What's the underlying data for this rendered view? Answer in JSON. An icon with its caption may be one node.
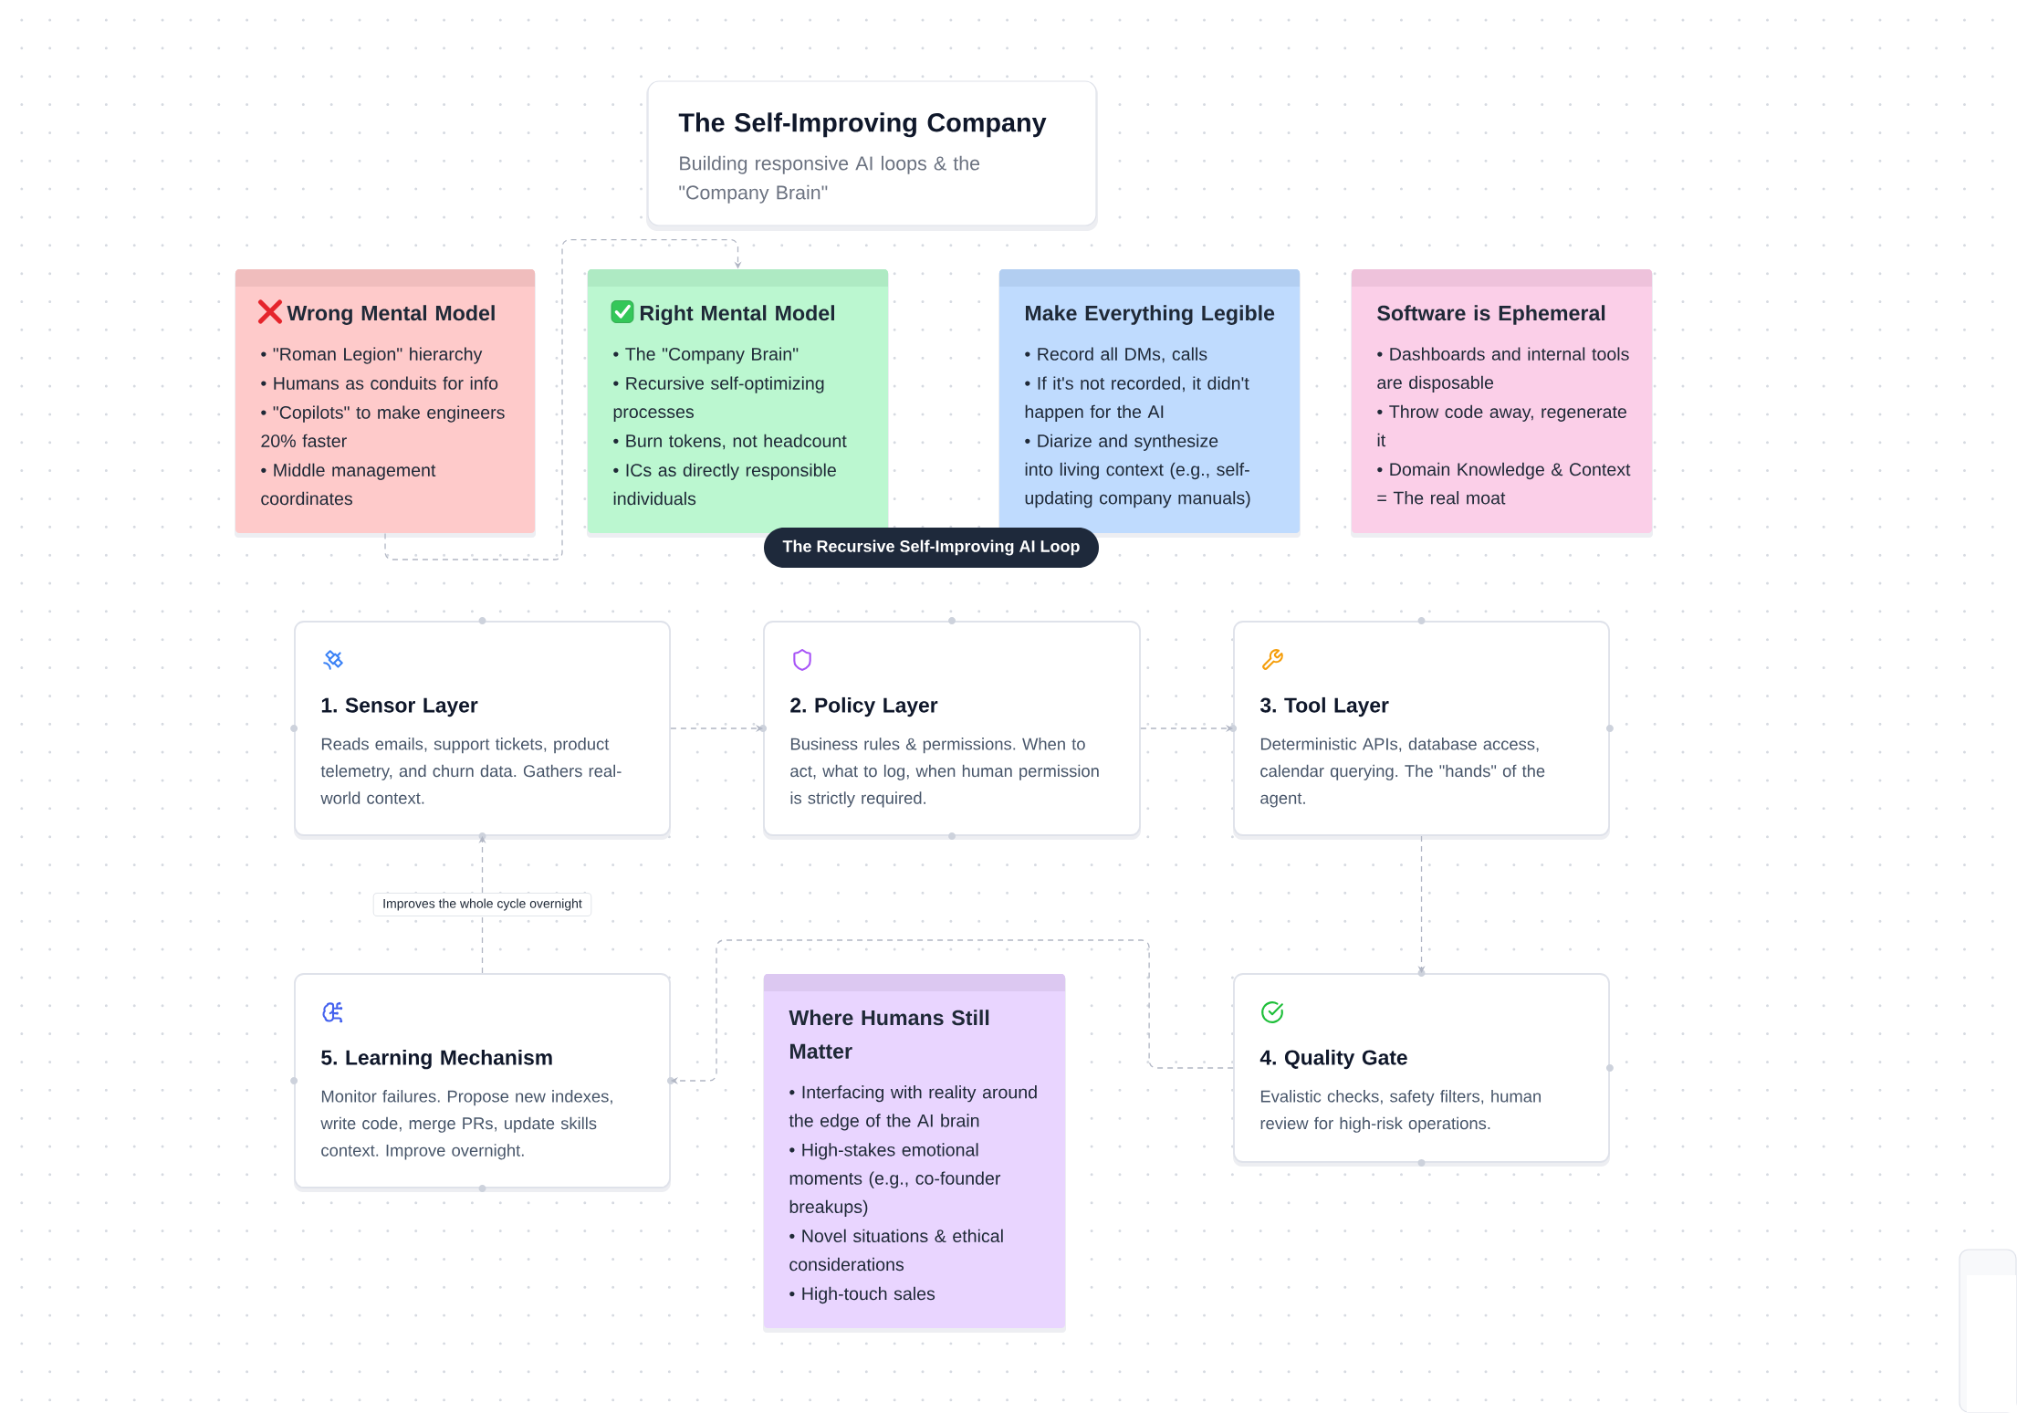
{
  "diagram": {
    "nodes": [
      {
        "text": [
          "The Self-Improving Company",
          "Building responsive AI loops & the \"Company Brain\""
        ]
      },
      {
        "text": [
          "Wrong Mental Model",
          "• \"Roman Legion\" hierarchy",
          "• Humans as conduits for info",
          "• \"Copilots\" to make engineers 20% faster",
          "• Middle management coordinates"
        ]
      },
      {
        "text": [
          "Right Mental Model",
          "• The \"Company Brain\"",
          "• Recursive self-optimizing processes",
          "• Burn tokens, not headcount",
          "• ICs as directly responsible individuals"
        ]
      },
      {
        "text": [
          "Make Everything Legible",
          "• Record all DMs, calls",
          "• If it's not recorded, it didn't happen for the AI",
          "• Diarize and synthesize into living context (e.g., self-updating company manuals)"
        ]
      },
      {
        "text": [
          "Software is Ephemeral",
          "• Dashboards and internal tools are disposable",
          "• Throw code away, regenerate it",
          "• Domain Knowledge & Context = The real moat"
        ]
      },
      {
        "text": [
          "The Recursive Self-Improving AI Loop"
        ]
      },
      {
        "text": [
          "1. Sensor Layer",
          "Reads emails, support tickets, product telemetry, and churn data. Gathers real-world context."
        ]
      },
      {
        "text": [
          "2. Policy Layer",
          "Business rules & permissions. When to act, what to log, when human permission is strictly required."
        ]
      },
      {
        "text": [
          "3. Tool Layer",
          "Deterministic APIs, database access, calendar querying. The \"hands\" of the agent."
        ]
      },
      {
        "text": [
          "5. Learning Mechanism",
          "Monitor failures. Propose new indexes, write code, merge PRs, update skills context. Improve overnight."
        ]
      },
      {
        "text": [
          "Where Humans Still Matter",
          "• Interfacing with reality around the edge of the AI brain",
          "• High-stakes emotional moments (e.g., co-founder breakups)",
          "• Novel situations & ethical considerations",
          "• High-touch sales"
        ]
      },
      {
        "text": [
          "4. Quality Gate",
          "Evalistic checks, safety filters, human review for high-risk operations."
        ]
      }
    ],
    "edges": [
      {
        "from": 1,
        "to": 2,
        "arrow": "to",
        "style": "dashed"
      },
      {
        "from": 6,
        "to": 7,
        "arrow": "to",
        "style": "dashed"
      },
      {
        "from": 7,
        "to": 8,
        "arrow": "to",
        "style": "dashed"
      },
      {
        "from": 8,
        "to": 11,
        "arrow": "to",
        "style": "dashed"
      },
      {
        "from": 11,
        "to": 9,
        "arrow": "to",
        "style": "dashed"
      },
      {
        "from": 9,
        "to": 6,
        "arrow": "to",
        "style": "dashed",
        "label": "Improves the whole cycle overnight"
      }
    ]
  }
}
